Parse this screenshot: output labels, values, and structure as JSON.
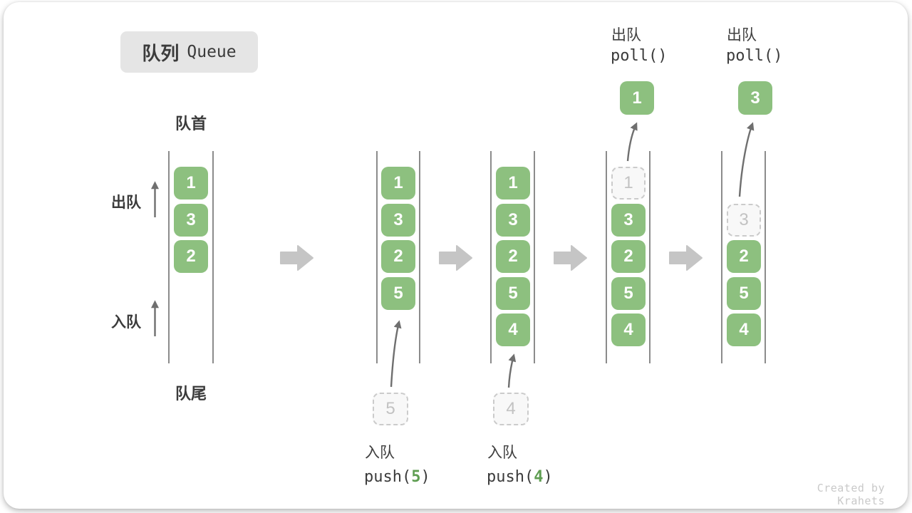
{
  "title": {
    "zh": "队列",
    "en": "Queue"
  },
  "side_labels": {
    "front": "队首",
    "rear": "队尾",
    "dequeue": "出队",
    "enqueue": "入队"
  },
  "queues": {
    "q1": {
      "boxes": [
        "1",
        "3",
        "2"
      ]
    },
    "q2": {
      "boxes": [
        "1",
        "3",
        "2",
        "5"
      ],
      "incoming": "5",
      "op": {
        "label": "入队",
        "fn_pre": "push(",
        "arg": "5",
        "fn_post": ")"
      }
    },
    "q3": {
      "boxes": [
        "1",
        "3",
        "2",
        "5",
        "4"
      ],
      "incoming": "4",
      "op": {
        "label": "入队",
        "fn_pre": "push(",
        "arg": "4",
        "fn_post": ")"
      }
    },
    "q4": {
      "ghost": "1",
      "boxes": [
        "3",
        "2",
        "5",
        "4"
      ],
      "out": "1",
      "op": {
        "label": "出队",
        "fn": "poll()"
      }
    },
    "q5": {
      "ghost": "3",
      "boxes": [
        "2",
        "5",
        "4"
      ],
      "out": "3",
      "op": {
        "label": "出队",
        "fn": "poll()"
      }
    }
  },
  "watermark": "Created by Krahets",
  "colors": {
    "box_green": "#8dc07f",
    "arg_green": "#5f9e52",
    "block_arrow_gray": "#c5c5c5",
    "ghost_gray": "#cbcbcb",
    "text_dark": "#3b3b3b"
  }
}
